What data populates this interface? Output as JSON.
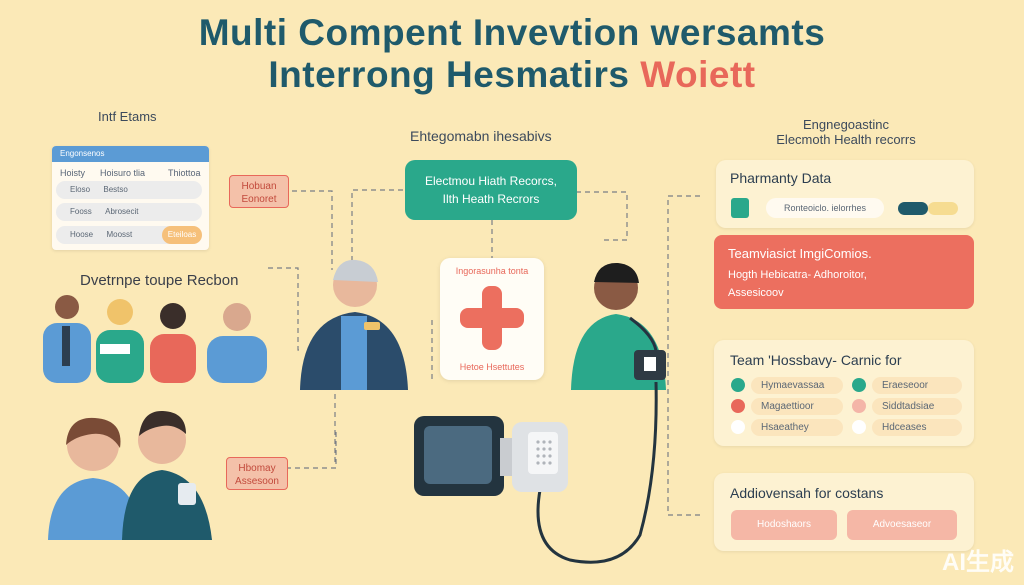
{
  "title": {
    "line1": "Multi Compent Invevtion wersamts",
    "line2_main": "Interrong Hesmatirs ",
    "line2_accent": "Woiett"
  },
  "colors": {
    "background": "#fbe9b7",
    "teal": "#2aa88b",
    "coral": "#e8685a",
    "navy": "#1f5a6b",
    "blue": "#5b9bd5"
  },
  "left_panel": {
    "label": "Intf Etams",
    "header": "Engonsenos",
    "rows": [
      {
        "col1": "Hoisty",
        "col2": "Hoisuro tlia",
        "col3": "Thiottoa"
      },
      {
        "col1": "Eloso",
        "col2": "Bestso"
      },
      {
        "col1": "Fooss",
        "col2": "Abrosecit"
      },
      {
        "col1": "Hoose",
        "col2": "Moosst",
        "badge": "Eteiloas"
      }
    ]
  },
  "tags": {
    "top_left": {
      "line1": "Hobuan",
      "line2": "Eonoret"
    },
    "bottom_left": {
      "line1": "Hbomay",
      "line2": "Assesoon"
    }
  },
  "group_label": "Dvetrnpe toupe Recbon",
  "center": {
    "label": "Ehtegomabn ihesabivs",
    "ehr_line1": "Electmou Hiath Recorcs,",
    "ehr_line2": "Ilth Heath Recrors",
    "card_top": "Ingorasunha tonta",
    "card_bottom": "Hetoe Hsettutes"
  },
  "right_top_label": {
    "line1": "Engnegoastinc",
    "line2": "Elecmoth Health recorrs"
  },
  "pharmacy": {
    "title": "Pharmanty Data",
    "field_text": "Ronteoiclo. ielorrhes"
  },
  "team_card": {
    "title": "Teamviasict ImgiComios.",
    "line2": "Hogth Hebicatra- Adhoroitor,",
    "line3": "Assesicoov"
  },
  "team_section": {
    "title": "Team 'Hossbavy- Carnic for",
    "items": [
      {
        "label": "Hymaevassaa",
        "color": "#2aa88b"
      },
      {
        "label": "Eraeseoor",
        "color": "#2aa88b"
      },
      {
        "label": "Magaettioor",
        "color": "#e8685a"
      },
      {
        "label": "Siddtadsiae",
        "color": "#f4b5a8"
      },
      {
        "label": "Hsaeathey",
        "color": "#ffffff"
      },
      {
        "label": "Hdceases",
        "color": "#ffffff"
      }
    ]
  },
  "addio": {
    "title": "Addiovensah for costans",
    "button1": "Hodoshaors",
    "button2": "Advoesaseor"
  },
  "watermark": "AI生成"
}
